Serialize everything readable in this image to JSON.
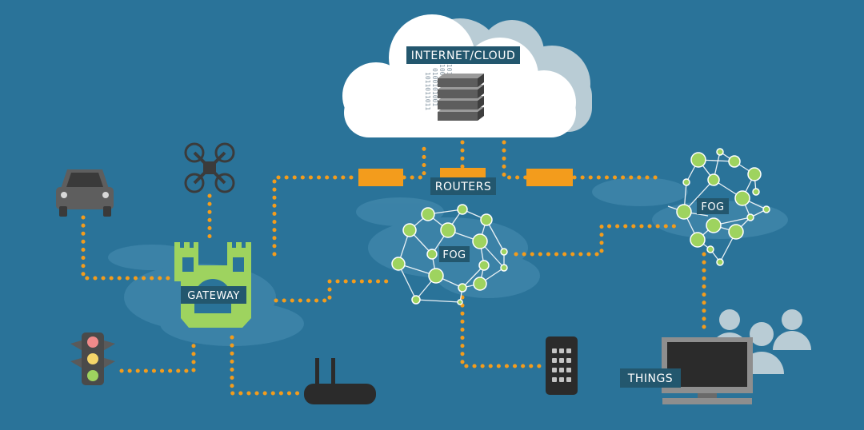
{
  "labels": {
    "cloud": "INTERNET/CLOUD",
    "routers": "ROUTERS",
    "fog_center": "FOG",
    "fog_right": "FOG",
    "gateway": "GATEWAY",
    "things": "THINGS"
  },
  "binary_columns": [
    "1011011011",
    "0100101001",
    "1001100011",
    "0101010101"
  ],
  "icons": [
    "cloud-icon",
    "server-stack-icon",
    "router-icon",
    "drone-icon",
    "car-icon",
    "castle-gateway-icon",
    "traffic-light-icon",
    "wifi-router-icon",
    "smartphone-icon",
    "monitor-icon",
    "people-icon",
    "fog-network-icon"
  ],
  "colors": {
    "background": "#2a7399",
    "connection": "#f39c1c",
    "router": "#f39c1c",
    "fog_node": "#9ed35f",
    "gateway": "#9ed35f",
    "label_bg": "#23576e"
  }
}
